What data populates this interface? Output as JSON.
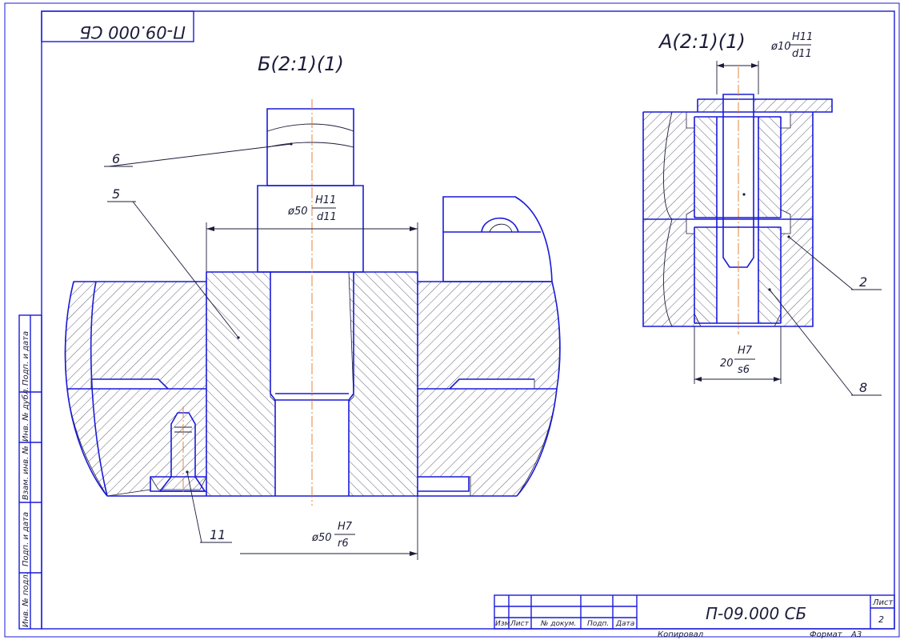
{
  "stamp": {
    "designation_mirrored": "П-09.000 СБ"
  },
  "views": {
    "section_b": {
      "label": "Б(2:1)(1)"
    },
    "section_a": {
      "label": "А(2:1)(1)"
    }
  },
  "dimensions": {
    "d50_upper": {
      "prefix": "ø50",
      "upper": "H11",
      "lower": "d11"
    },
    "d50_lower": {
      "prefix": "ø50",
      "upper": "H7",
      "lower": "r6"
    },
    "d10": {
      "prefix": "ø10",
      "upper": "H11",
      "lower": "d11"
    },
    "d20": {
      "prefix": "20",
      "upper": "H7",
      "lower": "s6"
    }
  },
  "leaders": {
    "p6": "6",
    "p5": "5",
    "p11": "11",
    "p2": "2",
    "p8": "8"
  },
  "side_columns": [
    "Подп. и дата",
    "Инв. № дубл.",
    "Взам. инв. №",
    "Подп. и дата",
    "Инв. № подл."
  ],
  "title_block": {
    "headers": [
      "Изм.",
      "Лист",
      "№ докум.",
      "Подп.",
      "Дата"
    ],
    "designation": "П-09.000 СБ",
    "sheet_label": "Лист",
    "sheet_number": "2",
    "copied": "Копировал",
    "format_label": "Формат",
    "format_value": "А3"
  },
  "colors": {
    "outline": "#1a1ad8",
    "axis": "#e07a28",
    "text": "#1c1c3a"
  }
}
